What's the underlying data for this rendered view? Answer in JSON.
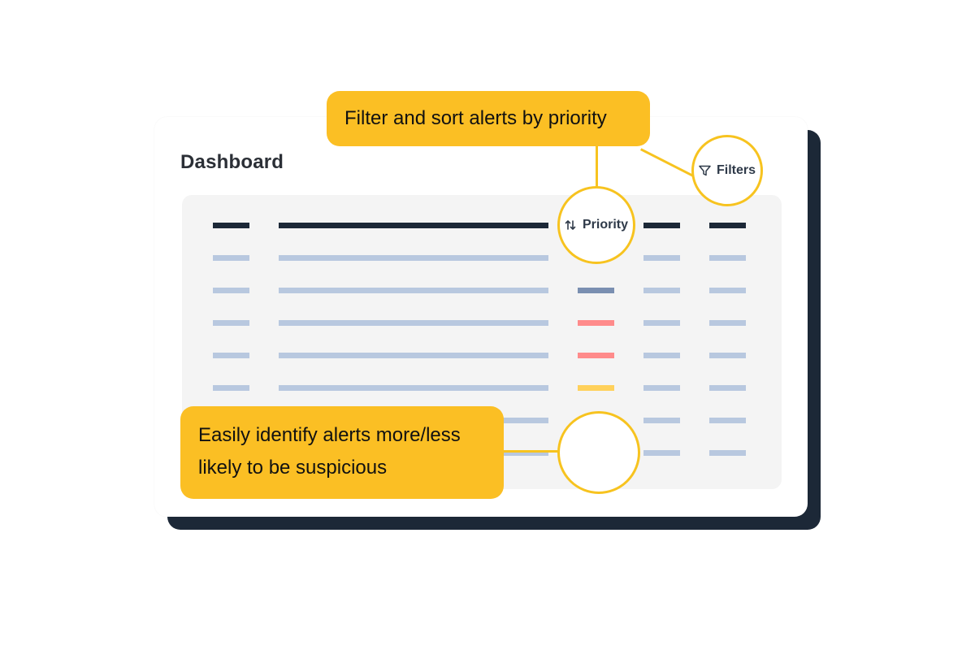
{
  "dashboard": {
    "title": "Dashboard"
  },
  "controls": {
    "priority_label": "Priority",
    "priority_icon": "sort-arrows-icon",
    "filters_label": "Filters",
    "filters_icon": "filter-funnel-icon"
  },
  "callouts": {
    "top": "Filter and sort alerts by priority",
    "bottom_line1": "Easily identify alerts more/less",
    "bottom_line2": "likely to be suspicious"
  },
  "priority_levels": [
    {
      "row": 1,
      "color": "#b8c8df"
    },
    {
      "row": 2,
      "color": "#7a8fb1"
    },
    {
      "row": 3,
      "color": "#ff8b8b"
    },
    {
      "row": 4,
      "color": "#ff8b8b"
    },
    {
      "row": 5,
      "color": "#ffd15b"
    }
  ],
  "colors": {
    "accent": "#fbbf24",
    "accent_border": "#f7c31f",
    "dark": "#1c2837",
    "placeholder": "#b8c8df"
  }
}
